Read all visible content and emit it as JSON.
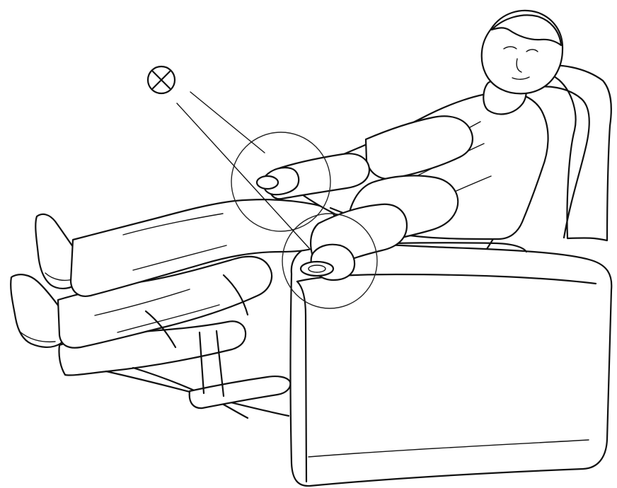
{
  "diagram": {
    "labels": [],
    "ink_color": "#111111",
    "background_color": "#ffffff",
    "marker_symbol": "prohibited-mark",
    "icons": [
      "prohibited-mark-icon",
      "callout-circle",
      "armrest-control-button"
    ]
  }
}
